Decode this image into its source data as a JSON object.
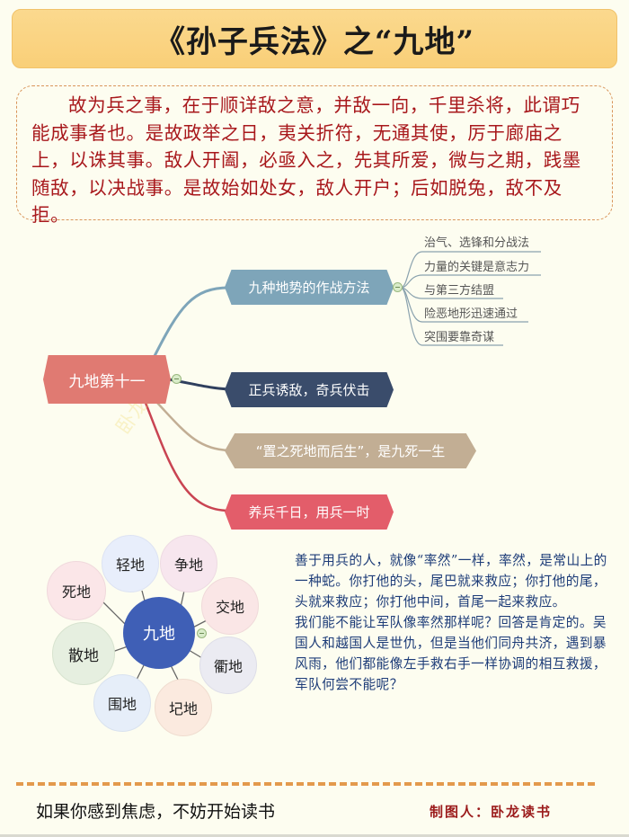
{
  "title": "《孙子兵法》之“九地”",
  "quote": "故为兵之事，在于顺详敌之意，并敌一向，千里杀将，此谓巧能成事者也。是故政举之日，夷关折符，无通其使，厉于廊庙之上，以诛其事。敌人开阖，必亟入之，先其所爱，微与之期，践墨随敌，以决战事。是故始如处女，敌人开户；后如脱兔，敌不及拒。",
  "mindmap": {
    "root": "九地第十一",
    "branches": [
      {
        "label": "九种地势的作战方法",
        "color": "#7ea5b9",
        "children": [
          "治气、选锋和分战法",
          "力量的关键是意志力",
          "与第三方结盟",
          "险恶地形迅速通过",
          "突围要靠奇谋"
        ]
      },
      {
        "label": "正兵诱敌，奇兵伏击",
        "color": "#3a4c6b"
      },
      {
        "label": "“置之死地而后生”，是九死一生",
        "color": "#c2ae94"
      },
      {
        "label": "养兵千日，用兵一时",
        "color": "#e35d6a"
      }
    ],
    "root_color": "#e07a72"
  },
  "nine_grounds": {
    "center": "九地",
    "center_color": "#3f5fb6",
    "items": [
      {
        "label": "轻地",
        "color": "#e8eefb"
      },
      {
        "label": "争地",
        "color": "#f7e6ee"
      },
      {
        "label": "交地",
        "color": "#fae6e6"
      },
      {
        "label": "衢地",
        "color": "#ebebf2"
      },
      {
        "label": "圮地",
        "color": "#fbeadf"
      },
      {
        "label": "围地",
        "color": "#e6eef9"
      },
      {
        "label": "散地",
        "color": "#e6efe0"
      },
      {
        "label": "死地",
        "color": "#fbe6e8"
      }
    ]
  },
  "story": {
    "p1": "善于用兵的人，就像“率然”一样，率然，是常山上的一种蛇。你打他的头，尾巴就来救应；你打他的尾，头就来救应；你打他中间，首尾一起来救应。",
    "p2": "我们能不能让军队像率然那样呢？回答是肯定的。吴国人和越国人是世仇，但是当他们同舟共济，遇到暴风雨，他们都能像左手救右手一样协调的相互救援，军队何尝不能呢？"
  },
  "watermark": "卧龙读书",
  "footer": {
    "left": "如果你感到焦虑，不妨开始读书",
    "right": "制图人：卧龙读书"
  }
}
